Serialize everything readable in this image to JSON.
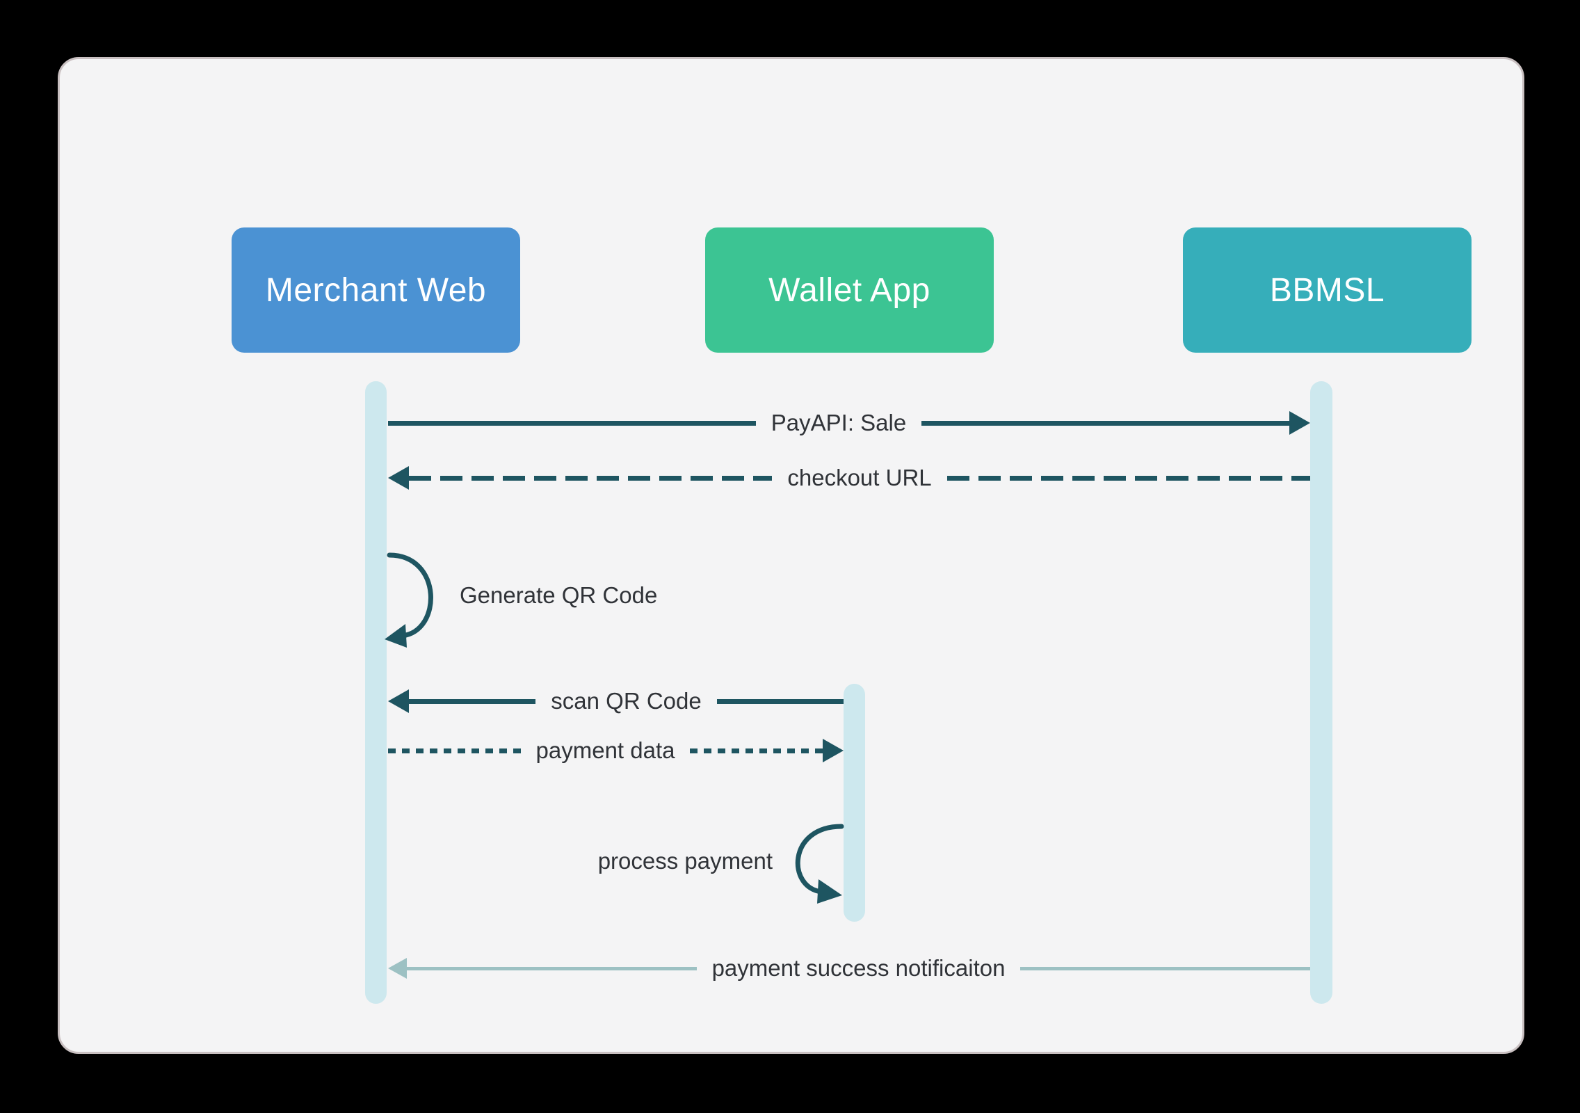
{
  "diagram": {
    "actors": [
      {
        "id": "merchant-web",
        "label": "Merchant Web",
        "color": "#4B92D3"
      },
      {
        "id": "wallet-app",
        "label": "Wallet App",
        "color": "#3CC493"
      },
      {
        "id": "bbmsl",
        "label": "BBMSL",
        "color": "#36AEBA"
      }
    ],
    "messages": [
      {
        "label": "PayAPI: Sale",
        "from": "Merchant Web",
        "to": "BBMSL",
        "line": "solid"
      },
      {
        "label": "checkout URL",
        "from": "BBMSL",
        "to": "Merchant Web",
        "line": "dashed"
      },
      {
        "label": "Generate QR Code",
        "from": "Merchant Web",
        "to": "Merchant Web",
        "line": "self-loop"
      },
      {
        "label": "scan QR Code",
        "from": "Wallet App",
        "to": "Merchant Web",
        "line": "solid"
      },
      {
        "label": "payment data",
        "from": "Merchant Web",
        "to": "Wallet App",
        "line": "dotted"
      },
      {
        "label": "process payment",
        "from": "Wallet App",
        "to": "Wallet App",
        "line": "self-loop"
      },
      {
        "label": "payment success notificaiton",
        "from": "BBMSL",
        "to": "Merchant Web",
        "line": "solid-light"
      }
    ],
    "colors": {
      "background": "#000000",
      "card_bg": "#F4F4F5",
      "card_border": "#C9C0C1",
      "arrow_dark": "#1E5561",
      "arrow_light": "#9DC1C3",
      "lifeline": "#CDE8EE",
      "label_text": "#303338",
      "actor_text": "#FFFFFF"
    }
  }
}
